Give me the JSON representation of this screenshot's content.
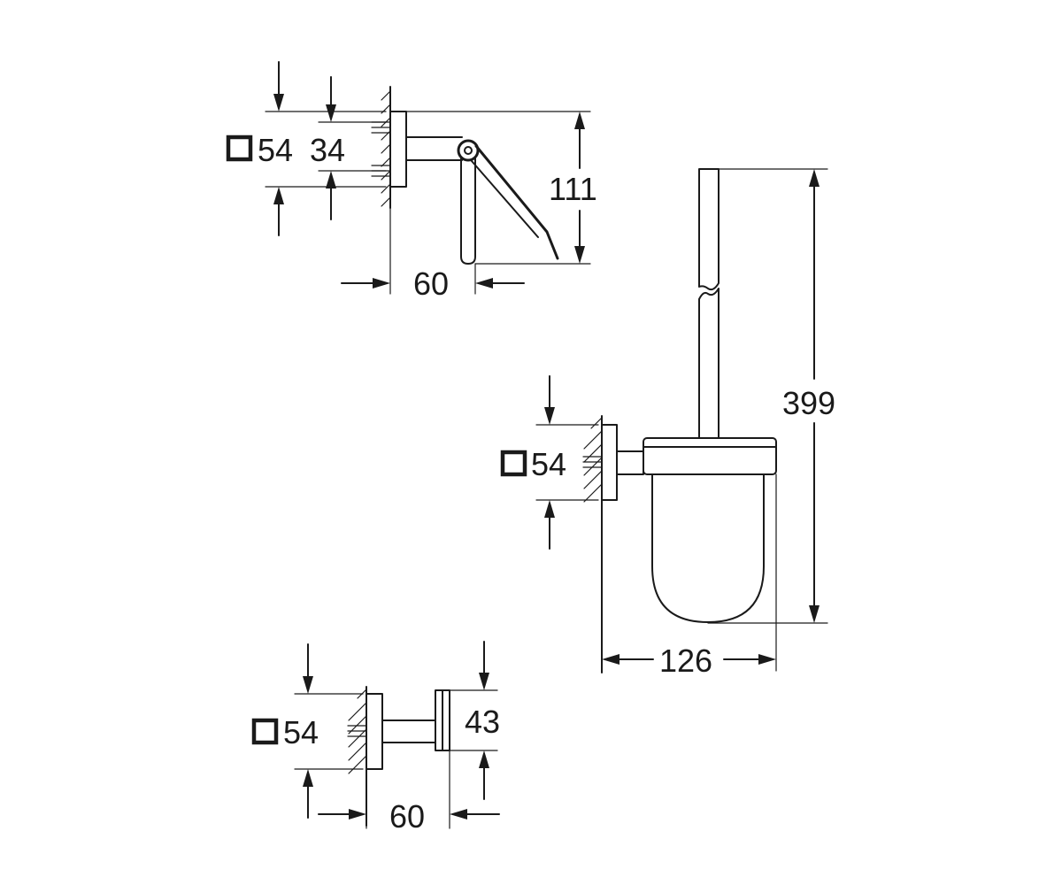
{
  "paper_holder": {
    "flange_square": "54",
    "hole_spacing": "34",
    "height": "111",
    "depth": "60"
  },
  "brush_set": {
    "flange_square": "54",
    "height": "399",
    "depth": "126"
  },
  "hook": {
    "flange_square": "54",
    "head_height": "43",
    "depth": "60"
  }
}
